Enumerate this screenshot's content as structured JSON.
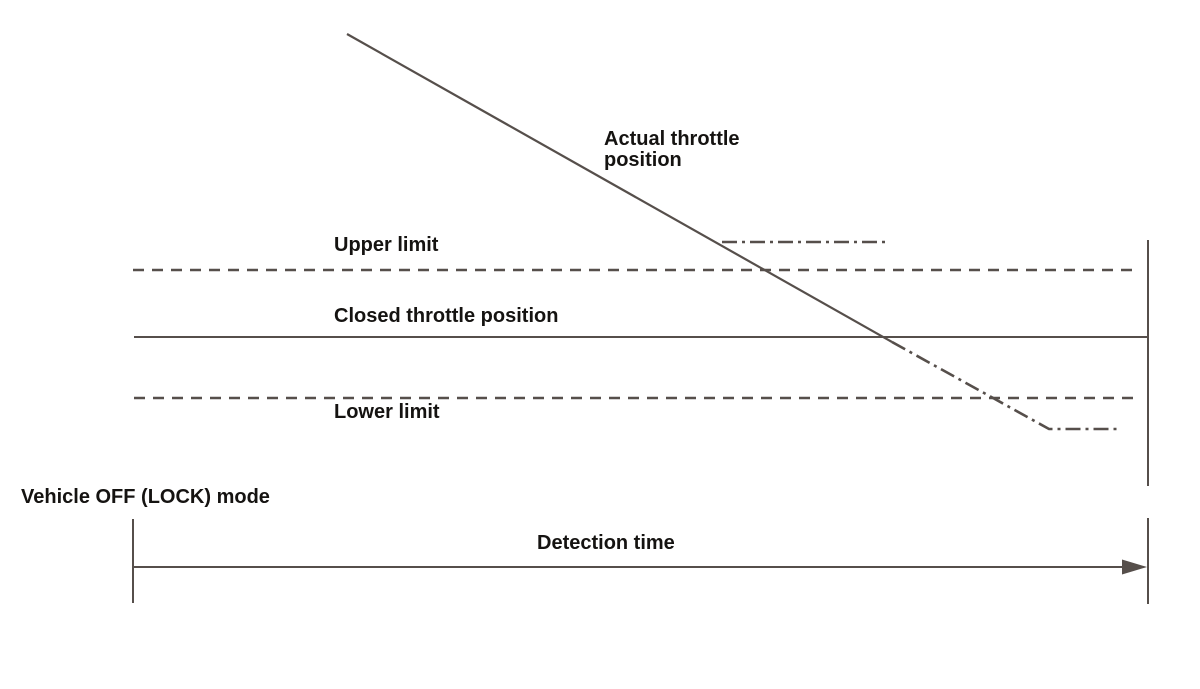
{
  "diagram": {
    "labels": {
      "actual_throttle": "Actual throttle\nposition",
      "upper_limit": "Upper limit",
      "closed_throttle": "Closed throttle position",
      "lower_limit": "Lower limit",
      "vehicle_mode": "Vehicle OFF (LOCK) mode",
      "detection_time": "Detection time"
    },
    "lines": {
      "actual_throttle_trace": "solid diagonal descending, continues as dash-dot after crossing closed throttle position, levels off below lower limit",
      "upper_limit_line": "dashed horizontal",
      "closed_throttle_line": "solid horizontal",
      "lower_limit_line": "dashed horizontal",
      "detection_time_axis": "horizontal arrow pointing right between boundary ticks"
    },
    "colors": {
      "line": "#564f4b",
      "text": "#151311",
      "background": "#ffffff"
    }
  }
}
